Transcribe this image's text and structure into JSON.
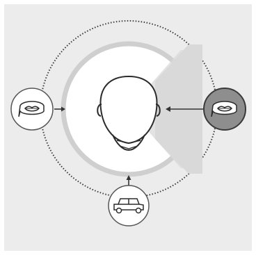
{
  "diagram": {
    "center": {
      "icon": "head-icon"
    },
    "sources": [
      {
        "id": "left",
        "icon": "speech-lips-icon",
        "highlighted": false
      },
      {
        "id": "right",
        "icon": "speech-lips-icon",
        "highlighted": true
      },
      {
        "id": "bottom",
        "icon": "car-icon",
        "highlighted": false
      }
    ],
    "colors": {
      "panel": "#ececec",
      "listening_zone": "#ffffff",
      "ring": "#c9c9c9",
      "wedge": "#d9d9d9",
      "dotted_ring": "#3a3a3a",
      "arrow": "#333333",
      "highlight_fill": "#8e8e8e",
      "line": "#2b2b2b"
    }
  }
}
